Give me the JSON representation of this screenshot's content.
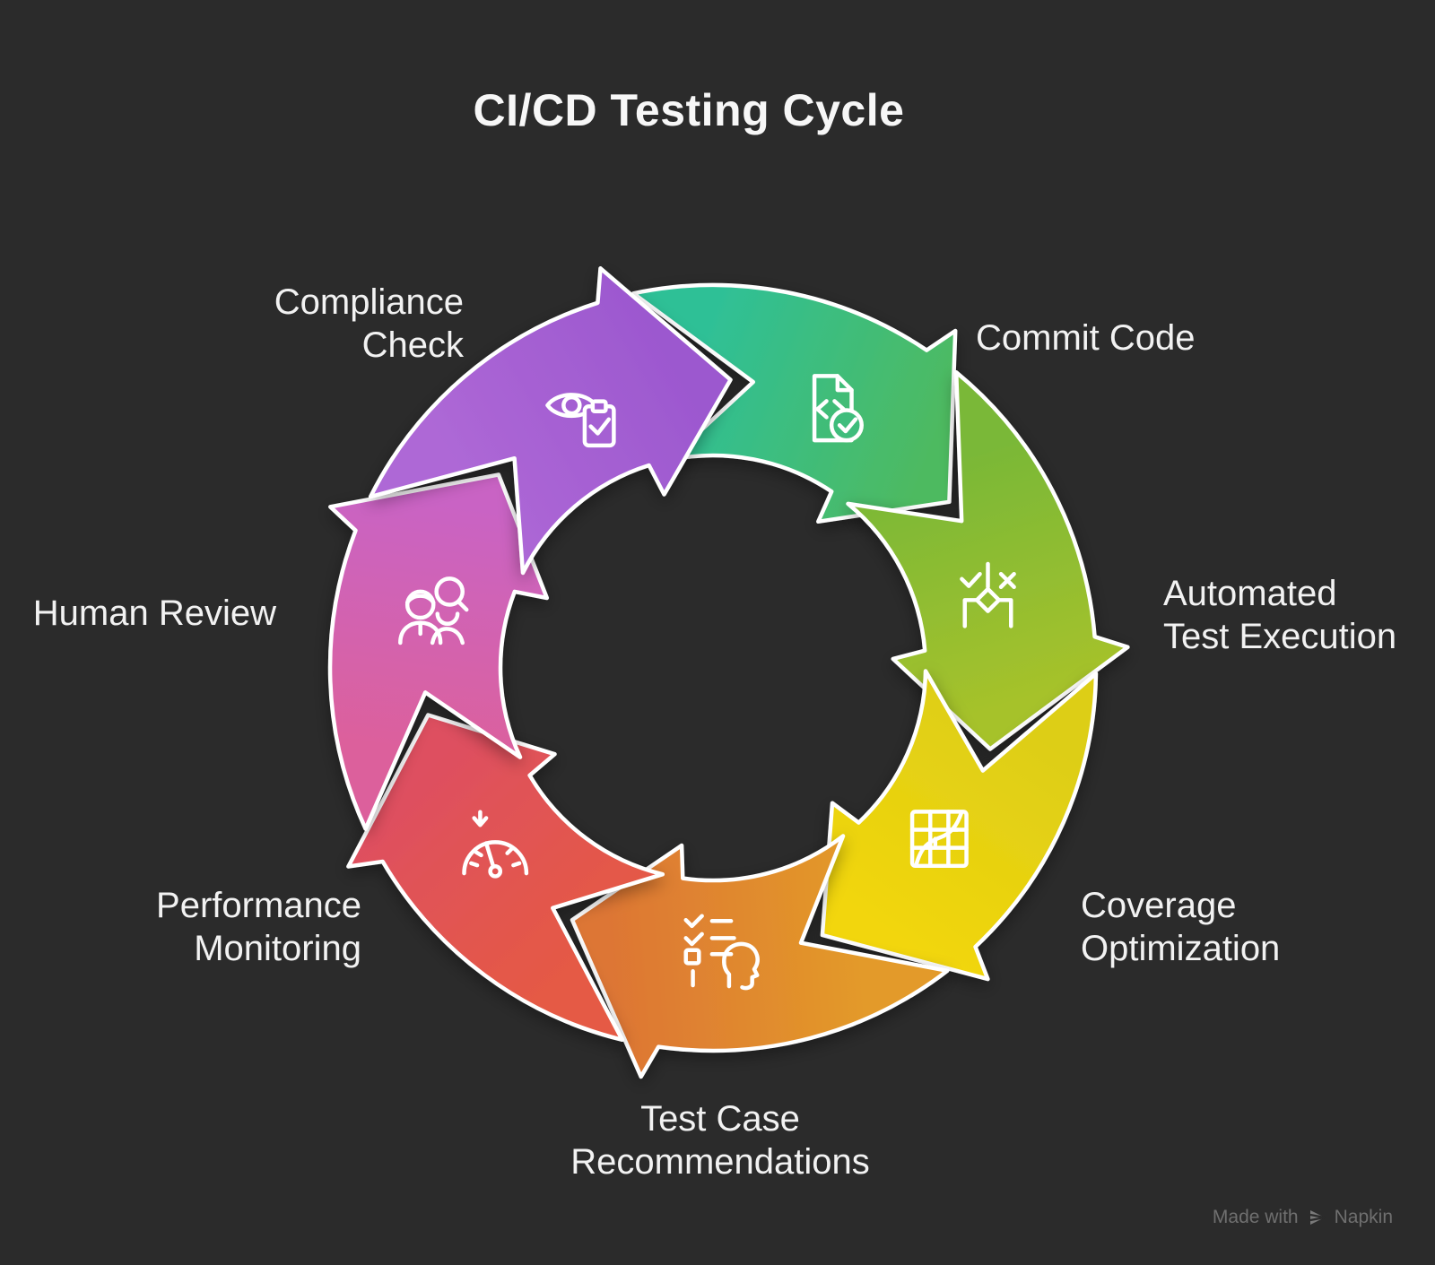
{
  "title": "CI/CD Testing Cycle",
  "colors": {
    "background": "#2b2b2b",
    "segment_stroke": "#ffffff",
    "title_text": "#f7f7f7",
    "label_text": "#f2f2f2",
    "watermark_text": "#6f6f6f"
  },
  "segments": [
    {
      "id": "commit-code",
      "label": "Commit Code",
      "icon": "document-code-check-icon",
      "color_start": "#2fc096",
      "color_end": "#4eba61"
    },
    {
      "id": "automated-test-execution",
      "label": "Automated\nTest Execution",
      "icon": "decision-branch-icon",
      "color_start": "#7ab837",
      "color_end": "#a6c22b"
    },
    {
      "id": "coverage-optimization",
      "label": "Coverage\nOptimization",
      "icon": "coverage-grid-curve-icon",
      "color_start": "#ddce16",
      "color_end": "#f2d60c"
    },
    {
      "id": "test-case-recommendations",
      "label": "Test Case\nRecommendations",
      "icon": "checklist-head-icon",
      "color_start": "#e39a29",
      "color_end": "#dd7634"
    },
    {
      "id": "performance-monitoring",
      "label": "Performance\nMonitoring",
      "icon": "gauge-icon",
      "color_start": "#e55a44",
      "color_end": "#de4f60"
    },
    {
      "id": "human-review",
      "label": "Human Review",
      "icon": "people-magnifier-icon",
      "color_start": "#dc619c",
      "color_end": "#c964c4"
    },
    {
      "id": "compliance-check",
      "label": "Compliance\nCheck",
      "icon": "eye-clipboard-icon",
      "color_start": "#ae68d6",
      "color_end": "#9c58cf"
    }
  ],
  "watermark": {
    "prefix": "Made with",
    "brand": "Napkin"
  }
}
